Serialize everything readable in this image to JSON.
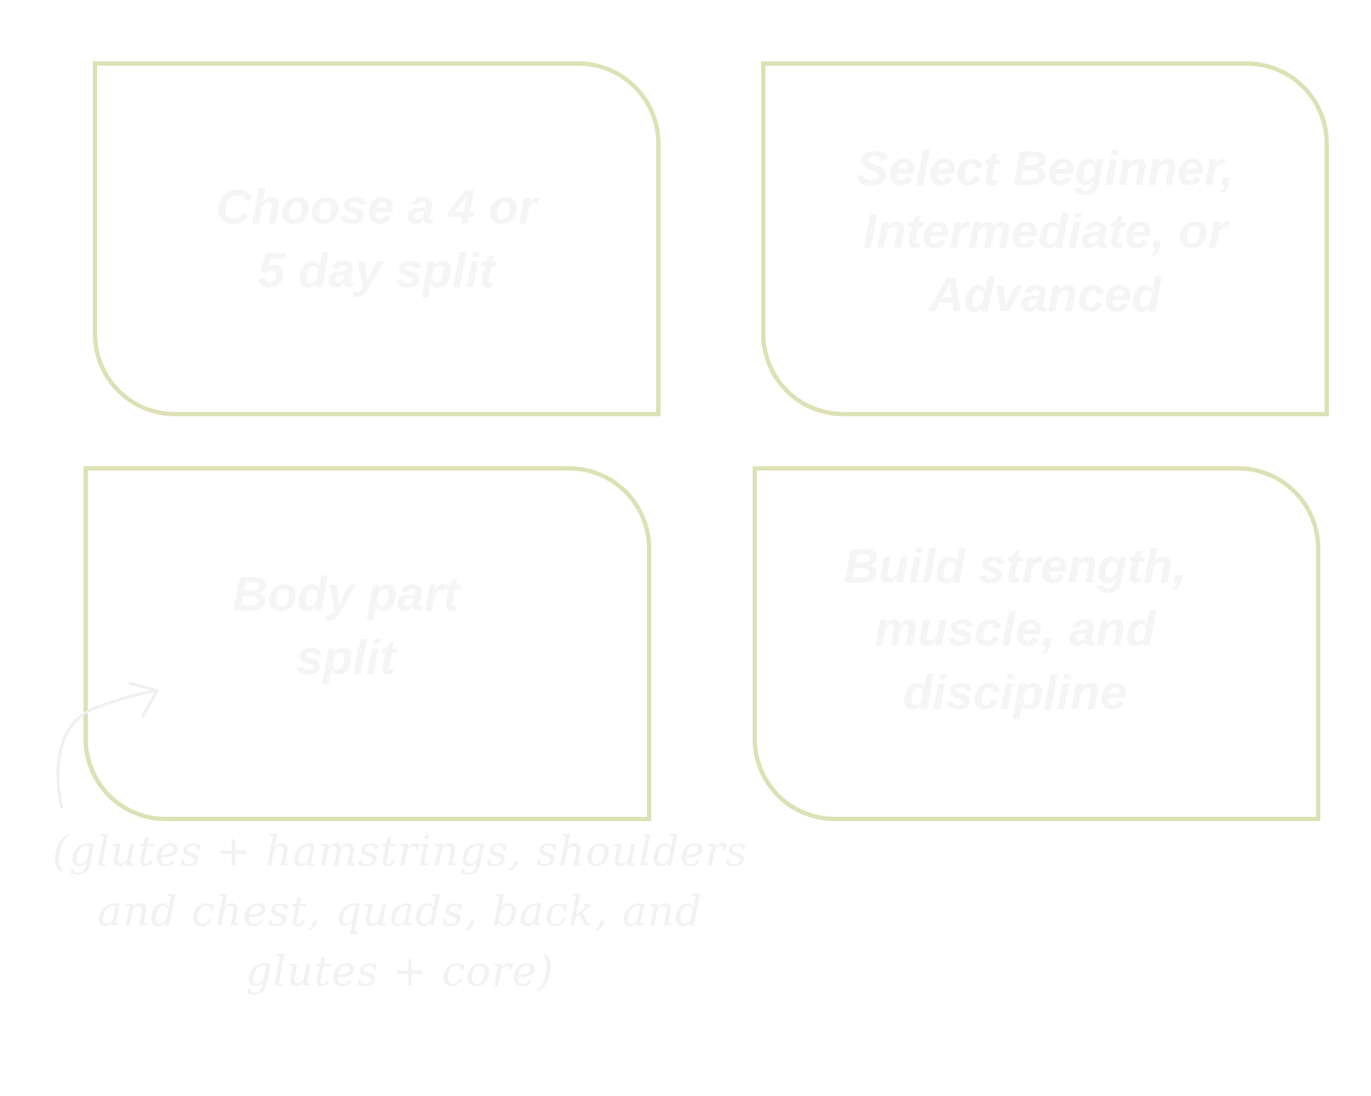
{
  "cards": [
    {
      "text": "Choose a 4 or\n5 day split"
    },
    {
      "text": "Select Beginner,\nIntermediate, or\nAdvanced"
    },
    {
      "text": "Body part\nsplit"
    },
    {
      "text": "Build strength,\nmuscle, and\ndiscipline"
    }
  ],
  "annotation": {
    "text": "(glutes + hamstrings, shoulders\nand chest, quads, back, and\nglutes + core)"
  },
  "colors": {
    "card_border": "#dde1b5",
    "card_text": "#f5f5f5",
    "annotation_text": "#f2f2f2",
    "background": "#ffffff"
  },
  "icons": {
    "annotation_arrow": "curved-arrow-icon"
  }
}
